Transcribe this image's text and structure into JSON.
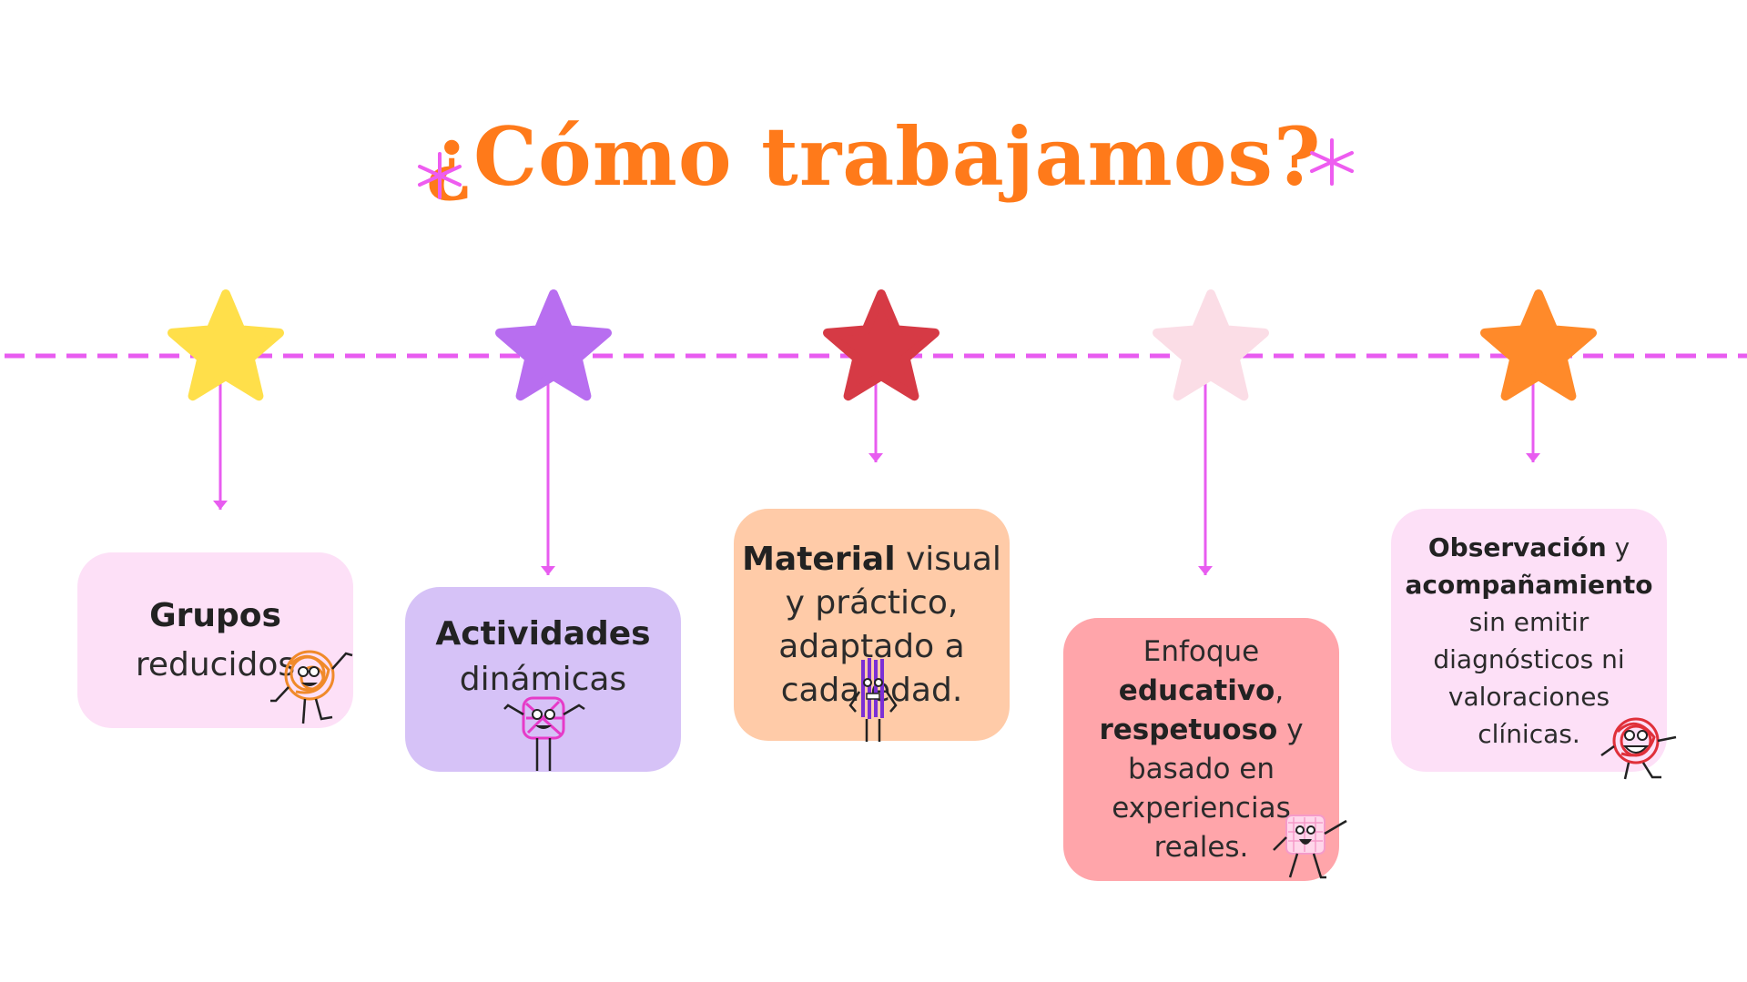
{
  "title": "¿Cómo trabajamos?",
  "colors": {
    "title": "#ff7a1a",
    "line": "#e85cf0",
    "stars": [
      "#ffdf4a",
      "#b86ef0",
      "#d63a45",
      "#fbdde6",
      "#ff8a2a"
    ]
  },
  "cards": [
    {
      "lines": [
        [
          {
            "text": "Grupos",
            "bold": true
          }
        ],
        [
          {
            "text": "reducidos",
            "bold": false
          }
        ]
      ],
      "bg": "#fde0f7"
    },
    {
      "lines": [
        [
          {
            "text": "Actividades",
            "bold": true
          }
        ],
        [
          {
            "text": "dinámicas",
            "bold": false
          }
        ]
      ],
      "bg": "#d6c2f7"
    },
    {
      "lines": [
        [
          {
            "text": "Material",
            "bold": true
          },
          {
            "text": " visual",
            "bold": false
          }
        ],
        [
          {
            "text": "y práctico,",
            "bold": false
          }
        ],
        [
          {
            "text": "adaptado a",
            "bold": false
          }
        ],
        [
          {
            "text": "cada edad.",
            "bold": false
          }
        ]
      ],
      "bg": "#ffcba8"
    },
    {
      "lines": [
        [
          {
            "text": "Enfoque",
            "bold": false
          }
        ],
        [
          {
            "text": "educativo",
            "bold": true
          },
          {
            "text": ",",
            "bold": false
          }
        ],
        [
          {
            "text": "respetuoso",
            "bold": true
          },
          {
            "text": " y",
            "bold": false
          }
        ],
        [
          {
            "text": "basado en",
            "bold": false
          }
        ],
        [
          {
            "text": "experiencias",
            "bold": false
          }
        ],
        [
          {
            "text": "reales.",
            "bold": false
          }
        ]
      ],
      "bg": "#ffa5aa"
    },
    {
      "lines": [
        [
          {
            "text": "Observación",
            "bold": true
          },
          {
            "text": " y",
            "bold": false
          }
        ],
        [
          {
            "text": "acompañamiento",
            "bold": true
          }
        ],
        [
          {
            "text": "sin emitir",
            "bold": false
          }
        ],
        [
          {
            "text": "diagnósticos ni",
            "bold": false
          }
        ],
        [
          {
            "text": "valoraciones",
            "bold": false
          }
        ],
        [
          {
            "text": "clínicas.",
            "bold": false
          }
        ]
      ],
      "bg": "#fde0f7"
    }
  ],
  "icons": [
    "sparkle-icon",
    "star-icon",
    "arrow-down-icon",
    "doodle-character-icon"
  ]
}
